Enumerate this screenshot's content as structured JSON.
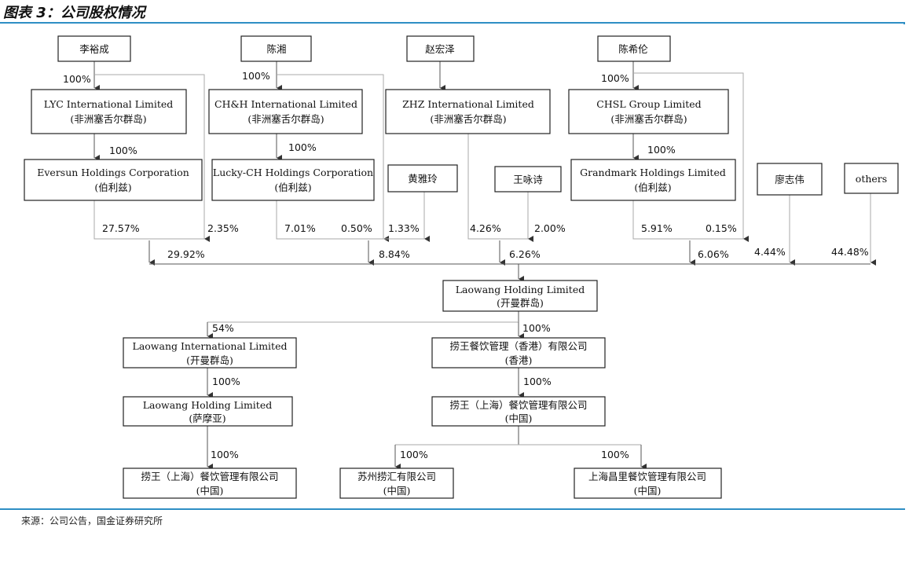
{
  "title": "图表 3：公司股权情况",
  "source": "来源：公司公告，国金证券研究所",
  "colors": {
    "rule": "#2e8ec4",
    "box_border": "#222222",
    "line": "#555555"
  },
  "people": {
    "li": "李裕成",
    "chen_xiang": "陈湘",
    "zhao": "赵宏泽",
    "chen_xi": "陈希伦",
    "huang": "黄雅玲",
    "wang": "王咏诗",
    "liao": "廖志伟",
    "others": "others"
  },
  "entities": {
    "lyc": {
      "name": "LYC International Limited",
      "place": "(非洲塞舌尔群岛)"
    },
    "chh": {
      "name": "CH&H International Limited",
      "place": "(非洲塞舌尔群岛)"
    },
    "zhz": {
      "name": "ZHZ International Limited",
      "place": "(非洲塞舌尔群岛)"
    },
    "chsl": {
      "name": "CHSL Group Limited",
      "place": "(非洲塞舌尔群岛)"
    },
    "eversun": {
      "name": "Eversun Holdings Corporation",
      "place": "(伯利兹)"
    },
    "lucky": {
      "name": "Lucky-CH Holdings Corporation",
      "place": "(伯利兹)"
    },
    "grandmark": {
      "name": "Grandmark Holdings Limited",
      "place": "(伯利兹)"
    },
    "laowang_cayman": {
      "name": "Laowang Holding Limited",
      "place": "(开曼群岛)"
    },
    "laowang_intl": {
      "name": "Laowang International Limited",
      "place": "(开曼群岛)"
    },
    "hk": {
      "name": "捞王餐饮管理（香港）有限公司",
      "place": "(香港)"
    },
    "laowang_samoa": {
      "name": "Laowang Holding Limited",
      "place": "(萨摩亚)"
    },
    "sh_mid": {
      "name": "捞王（上海）餐饮管理有限公司",
      "place": "(中国)"
    },
    "sh_bottom": {
      "name": "捞王（上海）餐饮管理有限公司",
      "place": "(中国)"
    },
    "suzhou": {
      "name": "苏州捞汇有限公司",
      "place": "(中国)"
    },
    "changli": {
      "name": "上海昌里餐饮管理有限公司",
      "place": "(中国)"
    }
  },
  "percentages": {
    "li_lyc": "100%",
    "chen_chh": "100%",
    "chenxi_chsl": "100%",
    "lyc_eversun": "100%",
    "chh_lucky": "100%",
    "chsl_grandmark": "100%",
    "eversun": "27.57%",
    "li_direct": "2.35%",
    "group1": "29.92%",
    "lucky": "7.01%",
    "chen_direct": "0.50%",
    "huang": "1.33%",
    "group2": "8.84%",
    "zhz": "4.26%",
    "wang": "2.00%",
    "group3": "6.26%",
    "grandmark": "5.91%",
    "chenxi_direct": "0.15%",
    "group4": "6.06%",
    "liao": "4.44%",
    "others": "44.48%",
    "intl": "54%",
    "hk": "100%",
    "samoa": "100%",
    "sh_mid": "100%",
    "sh_bottom": "100%",
    "suzhou": "100%",
    "changli": "100%"
  }
}
